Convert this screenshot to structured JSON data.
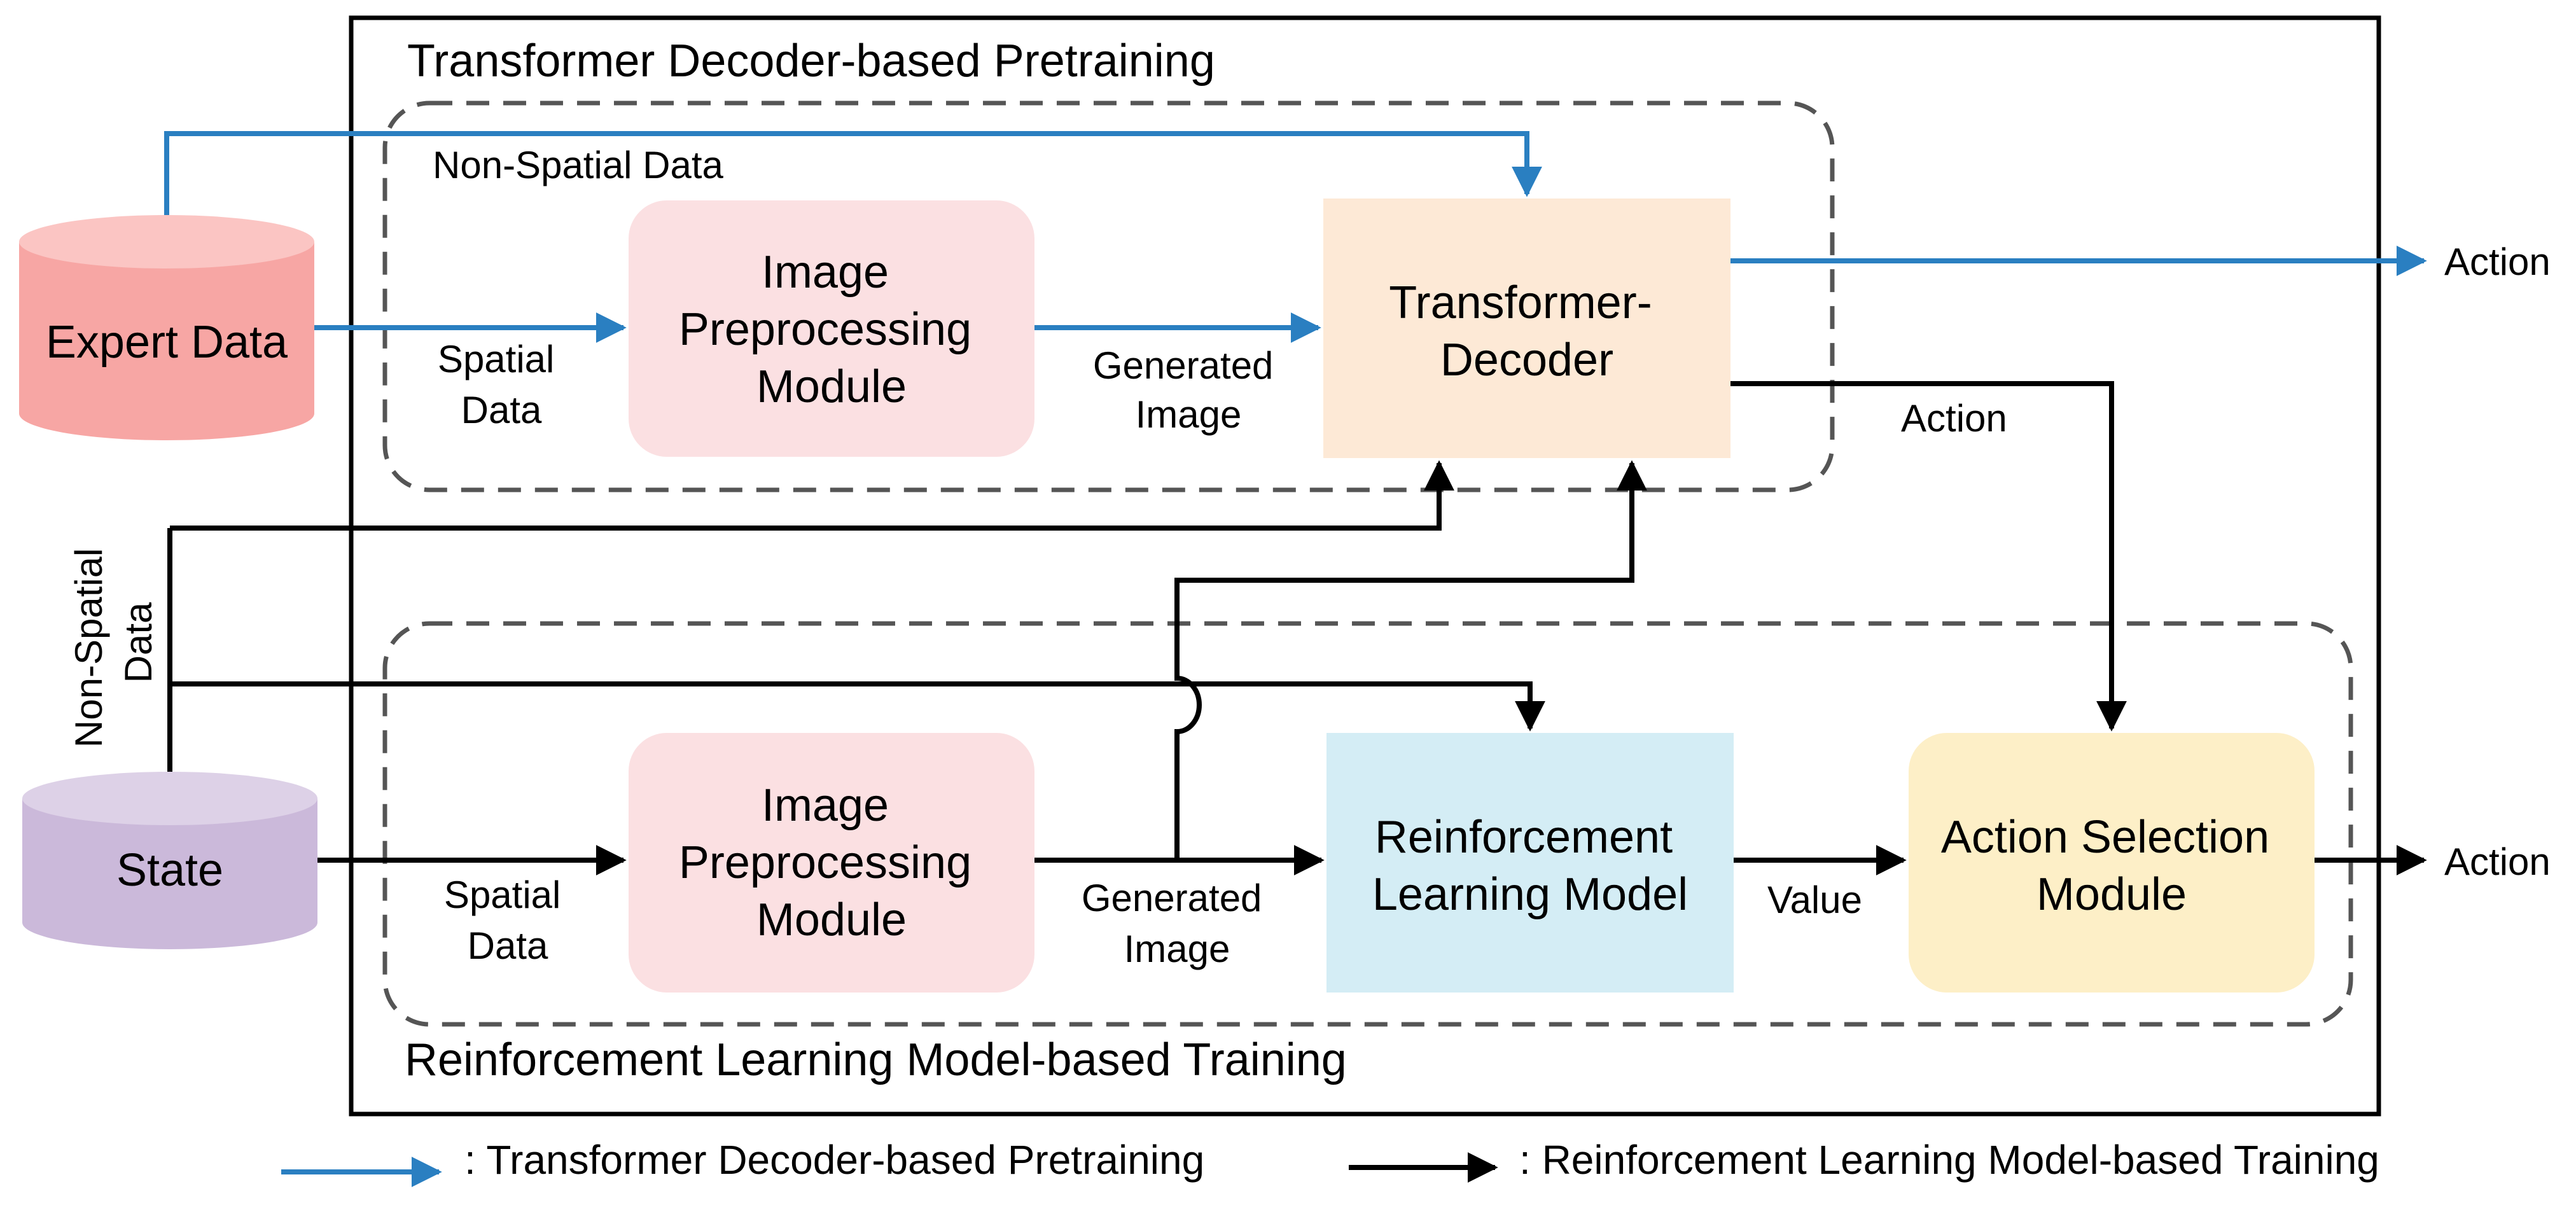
{
  "colors": {
    "pretraining_arrow": "#2a7fc1",
    "training_arrow": "#000000",
    "expert_data": "#f7a6a4",
    "state": "#cbb9da",
    "image_preprocessing": "#fbe0e2",
    "transformer_decoder": "#fde9d6",
    "rl_model": "#d4edf5",
    "action_selection": "#fdefc7"
  },
  "sections": {
    "pretraining_title": "Transformer Decoder-based Pretraining",
    "training_title": "Reinforcement Learning Model-based Training"
  },
  "nodes": {
    "expert_data": "Expert Data",
    "state": "State",
    "img_pre_top": [
      "Image",
      "Preprocessing",
      "Module"
    ],
    "transformer_decoder": [
      "Transformer-",
      "Decoder"
    ],
    "img_pre_bottom": [
      "Image",
      "Preprocessing",
      "Module"
    ],
    "rl_model": [
      "Reinforcement",
      "Learning Model"
    ],
    "action_selection": [
      "Action Selection",
      "Module"
    ]
  },
  "edge_labels": {
    "non_spatial_top": "Non-Spatial Data",
    "spatial_top": [
      "Spatial",
      "Data"
    ],
    "generated_top": [
      "Generated",
      "Image"
    ],
    "action_out_top": "Action",
    "action_mid": "Action",
    "non_spatial_left": [
      "Non-Spatial",
      "Data"
    ],
    "spatial_bottom": [
      "Spatial",
      "Data"
    ],
    "generated_bottom": [
      "Generated",
      "Image"
    ],
    "value": "Value",
    "action_out_bottom": "Action"
  },
  "legend": {
    "pretraining": ": Transformer Decoder-based Pretraining",
    "training": ": Reinforcement Learning Model-based Training"
  }
}
